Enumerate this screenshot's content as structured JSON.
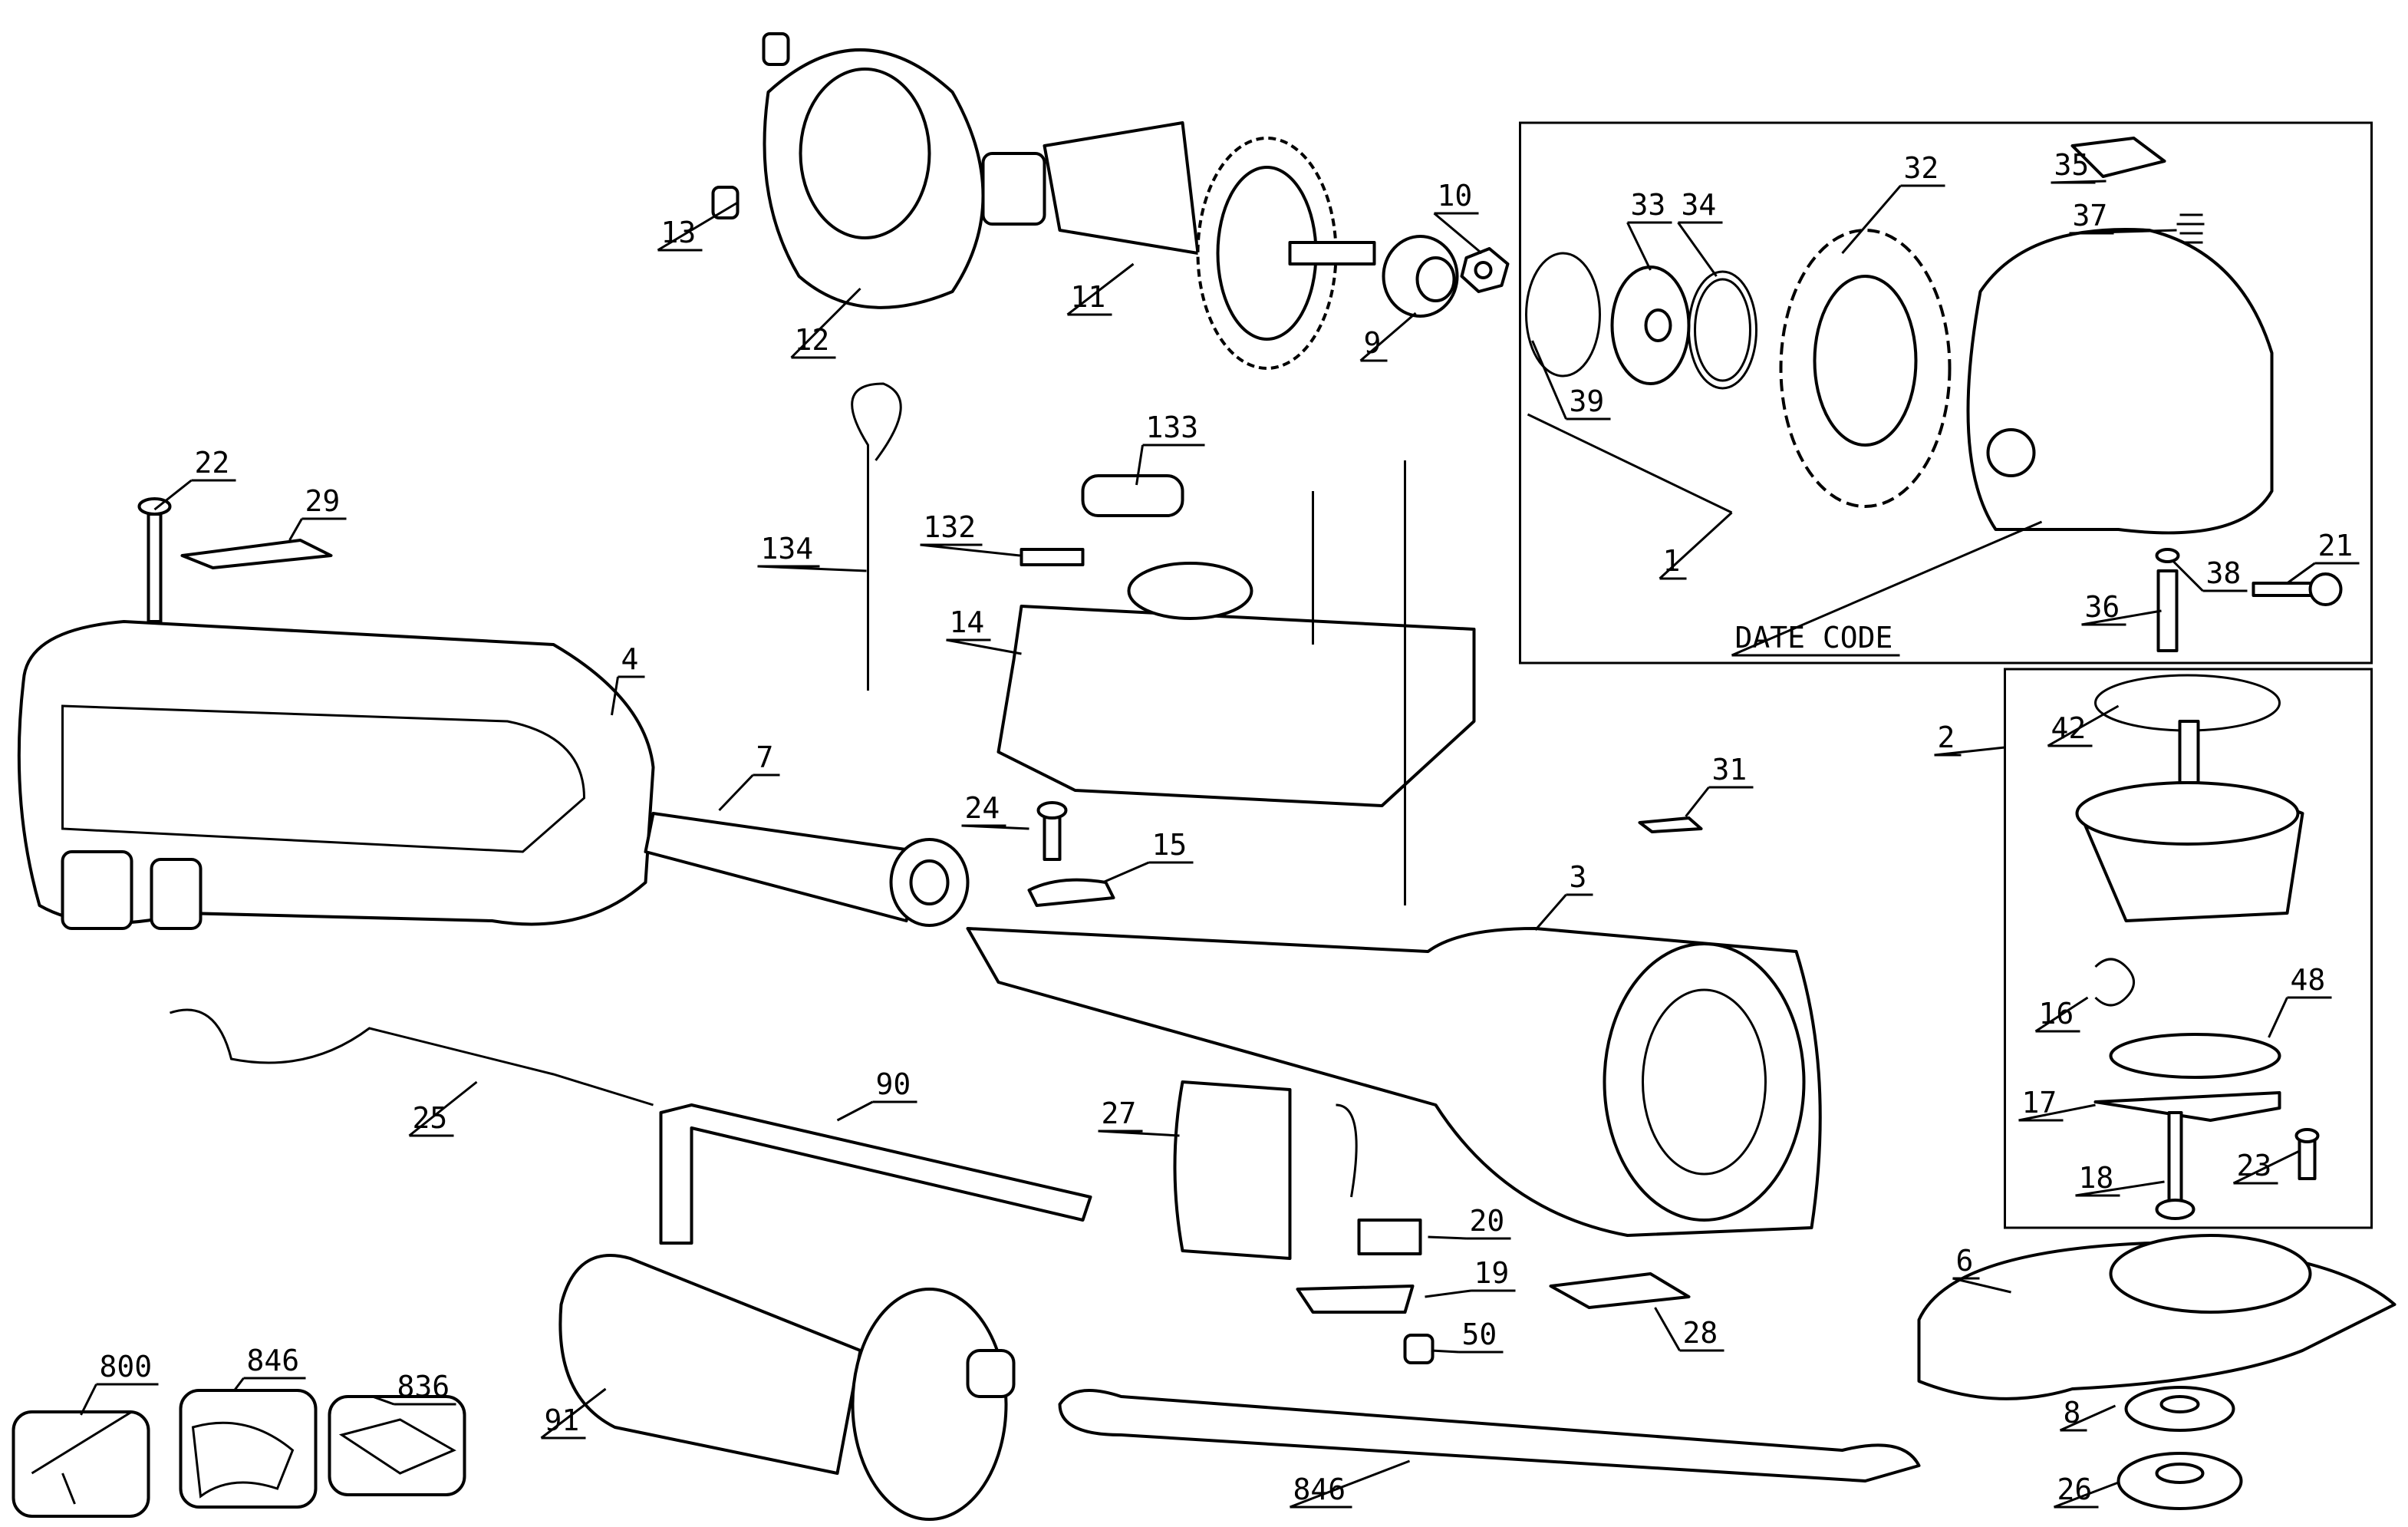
{
  "diagram": {
    "type": "exploded-parts-diagram",
    "line_color": "#000000",
    "background": "#ffffff",
    "callouts": [
      {
        "id": "13",
        "label": "13"
      },
      {
        "id": "12",
        "label": "12"
      },
      {
        "id": "11",
        "label": "11"
      },
      {
        "id": "9",
        "label": "9"
      },
      {
        "id": "10",
        "label": "10"
      },
      {
        "id": "33",
        "label": "33"
      },
      {
        "id": "34",
        "label": "34"
      },
      {
        "id": "32",
        "label": "32"
      },
      {
        "id": "35",
        "label": "35"
      },
      {
        "id": "37",
        "label": "37"
      },
      {
        "id": "39",
        "label": "39"
      },
      {
        "id": "1",
        "label": "1"
      },
      {
        "id": "21",
        "label": "21"
      },
      {
        "id": "38",
        "label": "38"
      },
      {
        "id": "36",
        "label": "36"
      },
      {
        "id": "date-code",
        "label": "DATE CODE"
      },
      {
        "id": "22",
        "label": "22"
      },
      {
        "id": "29",
        "label": "29"
      },
      {
        "id": "133",
        "label": "133"
      },
      {
        "id": "132",
        "label": "132"
      },
      {
        "id": "134",
        "label": "134"
      },
      {
        "id": "14",
        "label": "14"
      },
      {
        "id": "4",
        "label": "4"
      },
      {
        "id": "7",
        "label": "7"
      },
      {
        "id": "24",
        "label": "24"
      },
      {
        "id": "15",
        "label": "15"
      },
      {
        "id": "31",
        "label": "31"
      },
      {
        "id": "3",
        "label": "3"
      },
      {
        "id": "2",
        "label": "2"
      },
      {
        "id": "42",
        "label": "42"
      },
      {
        "id": "16",
        "label": "16"
      },
      {
        "id": "48",
        "label": "48"
      },
      {
        "id": "17",
        "label": "17"
      },
      {
        "id": "25",
        "label": "25"
      },
      {
        "id": "90",
        "label": "90"
      },
      {
        "id": "27",
        "label": "27"
      },
      {
        "id": "18",
        "label": "18"
      },
      {
        "id": "23",
        "label": "23"
      },
      {
        "id": "20",
        "label": "20"
      },
      {
        "id": "19",
        "label": "19"
      },
      {
        "id": "6",
        "label": "6"
      },
      {
        "id": "28",
        "label": "28"
      },
      {
        "id": "50",
        "label": "50"
      },
      {
        "id": "8",
        "label": "8"
      },
      {
        "id": "91",
        "label": "91"
      },
      {
        "id": "846b",
        "label": "846"
      },
      {
        "id": "26",
        "label": "26"
      },
      {
        "id": "800",
        "label": "800"
      },
      {
        "id": "846",
        "label": "846"
      },
      {
        "id": "836",
        "label": "836"
      }
    ]
  }
}
